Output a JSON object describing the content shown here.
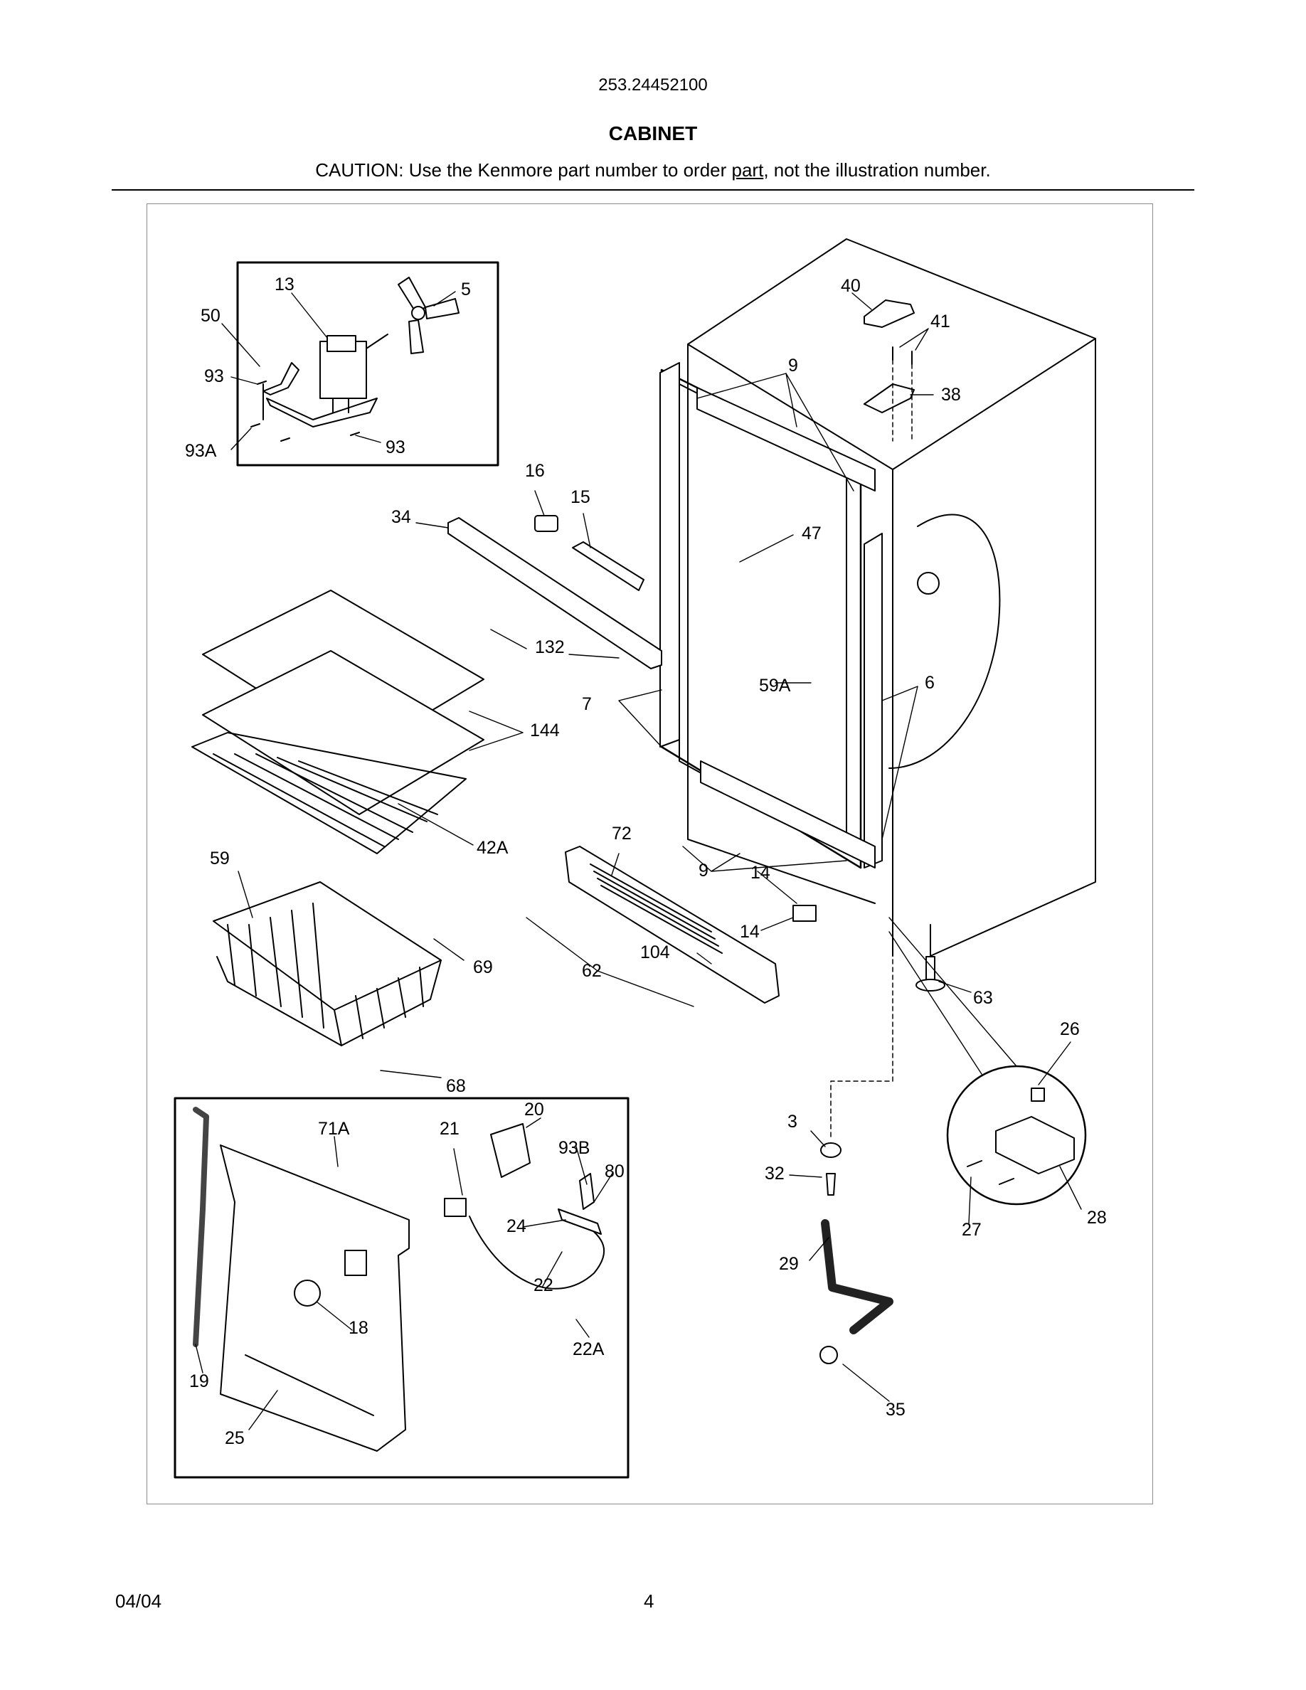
{
  "header": {
    "model_number": "253.24452100",
    "section_title": "CABINET",
    "caution_prefix": "CAUTION: Use the Kenmore part number to order ",
    "caution_link": "part",
    "caution_suffix": ", not the illustration number."
  },
  "callouts": [
    {
      "id": "c-13",
      "label": "13"
    },
    {
      "id": "c-5",
      "label": "5"
    },
    {
      "id": "c-50",
      "label": "50"
    },
    {
      "id": "c-93-a",
      "label": "93"
    },
    {
      "id": "c-93A",
      "label": "93A"
    },
    {
      "id": "c-93-b",
      "label": "93"
    },
    {
      "id": "c-40",
      "label": "40"
    },
    {
      "id": "c-41",
      "label": "41"
    },
    {
      "id": "c-9-top",
      "label": "9"
    },
    {
      "id": "c-38",
      "label": "38"
    },
    {
      "id": "c-16",
      "label": "16"
    },
    {
      "id": "c-15",
      "label": "15"
    },
    {
      "id": "c-34",
      "label": "34"
    },
    {
      "id": "c-47",
      "label": "47"
    },
    {
      "id": "c-132",
      "label": "132"
    },
    {
      "id": "c-59A",
      "label": "59A"
    },
    {
      "id": "c-6",
      "label": "6"
    },
    {
      "id": "c-7",
      "label": "7"
    },
    {
      "id": "c-144",
      "label": "144"
    },
    {
      "id": "c-72",
      "label": "72"
    },
    {
      "id": "c-42A",
      "label": "42A"
    },
    {
      "id": "c-59",
      "label": "59"
    },
    {
      "id": "c-9-bottom",
      "label": "9"
    },
    {
      "id": "c-14-a",
      "label": "14"
    },
    {
      "id": "c-14-b",
      "label": "14"
    },
    {
      "id": "c-104",
      "label": "104"
    },
    {
      "id": "c-69",
      "label": "69"
    },
    {
      "id": "c-62",
      "label": "62"
    },
    {
      "id": "c-63",
      "label": "63"
    },
    {
      "id": "c-26",
      "label": "26"
    },
    {
      "id": "c-68",
      "label": "68"
    },
    {
      "id": "c-20",
      "label": "20"
    },
    {
      "id": "c-71A",
      "label": "71A"
    },
    {
      "id": "c-21",
      "label": "21"
    },
    {
      "id": "c-93B",
      "label": "93B"
    },
    {
      "id": "c-80",
      "label": "80"
    },
    {
      "id": "c-3",
      "label": "3"
    },
    {
      "id": "c-24",
      "label": "24"
    },
    {
      "id": "c-32",
      "label": "32"
    },
    {
      "id": "c-28",
      "label": "28"
    },
    {
      "id": "c-27",
      "label": "27"
    },
    {
      "id": "c-22",
      "label": "22"
    },
    {
      "id": "c-29",
      "label": "29"
    },
    {
      "id": "c-18",
      "label": "18"
    },
    {
      "id": "c-22A",
      "label": "22A"
    },
    {
      "id": "c-19",
      "label": "19"
    },
    {
      "id": "c-35",
      "label": "35"
    },
    {
      "id": "c-25",
      "label": "25"
    }
  ],
  "footer": {
    "date": "04/04",
    "page_number": "4"
  }
}
